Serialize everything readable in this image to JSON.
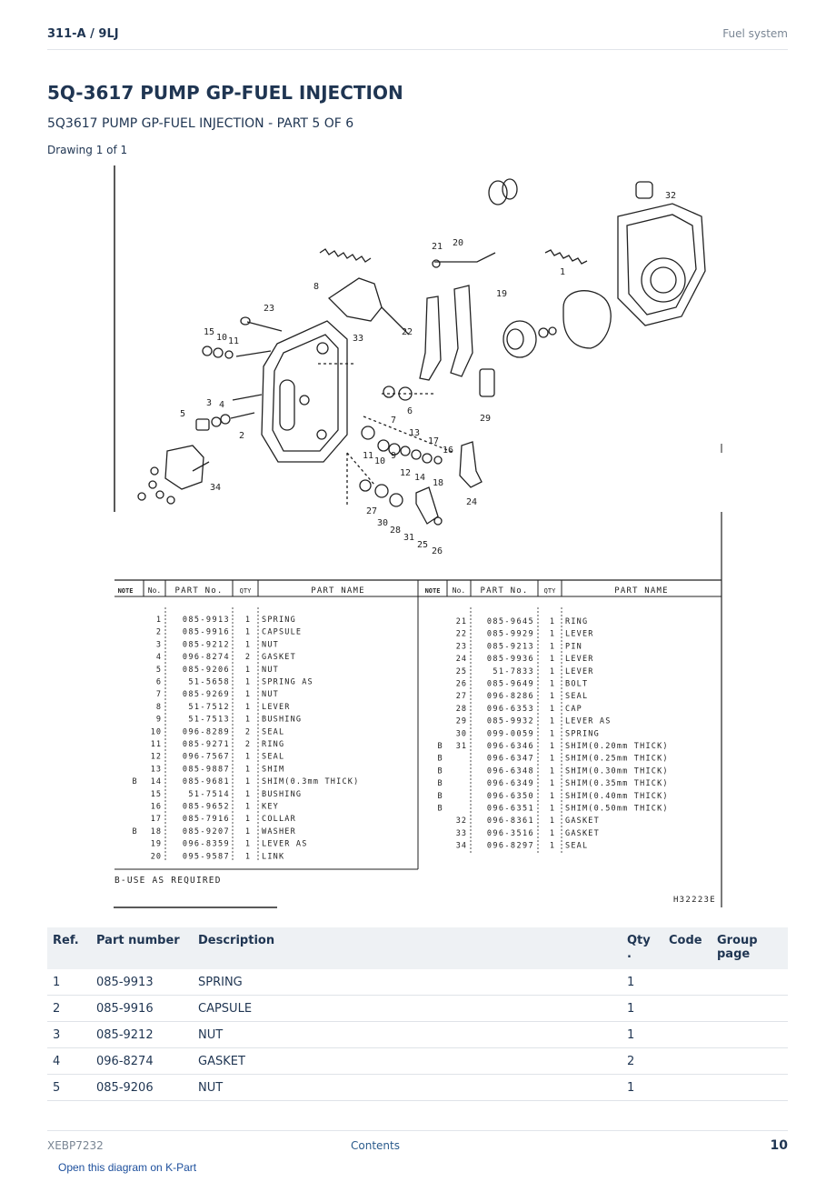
{
  "header": {
    "model": "311-A  /  9LJ",
    "section": "Fuel system"
  },
  "title": "5Q-3617 PUMP GP-FUEL INJECTION",
  "subtitle": "5Q3617 PUMP GP-FUEL INJECTION - PART 5 OF 6",
  "drawing_label": "Drawing 1 of 1",
  "diagram": {
    "callouts": [
      "32",
      "21",
      "20",
      "1",
      "8",
      "19",
      "23",
      "22",
      "15",
      "10",
      "11",
      "33",
      "4",
      "3",
      "5",
      "2",
      "6",
      "7",
      "29",
      "13",
      "17",
      "16",
      "11",
      "10",
      "9",
      "12",
      "14",
      "18",
      "34",
      "24",
      "27",
      "30",
      "28",
      "31",
      "25",
      "26"
    ],
    "table_headers": {
      "note": "NOTE",
      "no": "No.",
      "part_no": "PART No.",
      "qty": "QTY",
      "part_name": "PART NAME"
    },
    "left_rows": [
      [
        "",
        "1",
        "085-9913",
        "1",
        "SPRING"
      ],
      [
        "",
        "2",
        "085-9916",
        "1",
        "CAPSULE"
      ],
      [
        "",
        "3",
        "085-9212",
        "1",
        "NUT"
      ],
      [
        "",
        "4",
        "096-8274",
        "2",
        "GASKET"
      ],
      [
        "",
        "5",
        "085-9206",
        "1",
        "NUT"
      ],
      [
        "",
        "6",
        "51-5658",
        "1",
        "SPRING AS"
      ],
      [
        "",
        "7",
        "085-9269",
        "1",
        "NUT"
      ],
      [
        "",
        "8",
        "51-7512",
        "1",
        "LEVER"
      ],
      [
        "",
        "9",
        "51-7513",
        "1",
        "BUSHING"
      ],
      [
        "",
        "10",
        "096-8289",
        "2",
        "SEAL"
      ],
      [
        "",
        "11",
        "085-9271",
        "2",
        "RING"
      ],
      [
        "",
        "12",
        "096-7567",
        "1",
        "SEAL"
      ],
      [
        "",
        "13",
        "085-9887",
        "1",
        "SHIM"
      ],
      [
        "B",
        "14",
        "085-9681",
        "1",
        "SHIM(0.3mm THICK)"
      ],
      [
        "",
        "15",
        "51-7514",
        "1",
        "BUSHING"
      ],
      [
        "",
        "16",
        "085-9652",
        "1",
        "KEY"
      ],
      [
        "",
        "17",
        "085-7916",
        "1",
        "COLLAR"
      ],
      [
        "B",
        "18",
        "085-9207",
        "1",
        "WASHER"
      ],
      [
        "",
        "19",
        "096-8359",
        "1",
        "LEVER AS"
      ],
      [
        "",
        "20",
        "095-9587",
        "1",
        "LINK"
      ]
    ],
    "right_rows": [
      [
        "",
        "21",
        "085-9645",
        "1",
        "RING"
      ],
      [
        "",
        "22",
        "085-9929",
        "1",
        "LEVER"
      ],
      [
        "",
        "23",
        "085-9213",
        "1",
        "PIN"
      ],
      [
        "",
        "24",
        "085-9936",
        "1",
        "LEVER"
      ],
      [
        "",
        "25",
        "51-7833",
        "1",
        "LEVER"
      ],
      [
        "",
        "26",
        "085-9649",
        "1",
        "BOLT"
      ],
      [
        "",
        "27",
        "096-8286",
        "1",
        "SEAL"
      ],
      [
        "",
        "28",
        "096-6353",
        "1",
        "CAP"
      ],
      [
        "",
        "29",
        "085-9932",
        "1",
        "LEVER AS"
      ],
      [
        "",
        "30",
        "099-0059",
        "1",
        "SPRING"
      ],
      [
        "B",
        "31",
        "096-6346",
        "1",
        "SHIM(0.20mm THICK)"
      ],
      [
        "B",
        "",
        "096-6347",
        "1",
        "SHIM(0.25mm THICK)"
      ],
      [
        "B",
        "",
        "096-6348",
        "1",
        "SHIM(0.30mm THICK)"
      ],
      [
        "B",
        "",
        "096-6349",
        "1",
        "SHIM(0.35mm THICK)"
      ],
      [
        "B",
        "",
        "096-6350",
        "1",
        "SHIM(0.40mm THICK)"
      ],
      [
        "B",
        "",
        "096-6351",
        "1",
        "SHIM(0.50mm THICK)"
      ],
      [
        "",
        "32",
        "096-8361",
        "1",
        "GASKET"
      ],
      [
        "",
        "33",
        "096-3516",
        "1",
        "GASKET"
      ],
      [
        "",
        "34",
        "096-8297",
        "1",
        "SEAL"
      ]
    ],
    "footnote": "B-USE AS REQUIRED",
    "drawing_id": "H32223E"
  },
  "parts_table": {
    "columns": {
      "ref": "Ref.",
      "part_number": "Part number",
      "description": "Description",
      "qty": "Qty\n.",
      "code": "Code",
      "group_page": "Group page"
    },
    "rows": [
      {
        "ref": "1",
        "part_number": "085-9913",
        "description": "SPRING",
        "qty": "1",
        "code": "",
        "group_page": ""
      },
      {
        "ref": "2",
        "part_number": "085-9916",
        "description": "CAPSULE",
        "qty": "1",
        "code": "",
        "group_page": ""
      },
      {
        "ref": "3",
        "part_number": "085-9212",
        "description": "NUT",
        "qty": "1",
        "code": "",
        "group_page": ""
      },
      {
        "ref": "4",
        "part_number": "096-8274",
        "description": "GASKET",
        "qty": "2",
        "code": "",
        "group_page": ""
      },
      {
        "ref": "5",
        "part_number": "085-9206",
        "description": "NUT",
        "qty": "1",
        "code": "",
        "group_page": ""
      }
    ]
  },
  "footer": {
    "doc_id": "XEBP7232",
    "contents_link": "Contents",
    "page_number": "10",
    "kpart_link": "Open this diagram on K-Part"
  }
}
